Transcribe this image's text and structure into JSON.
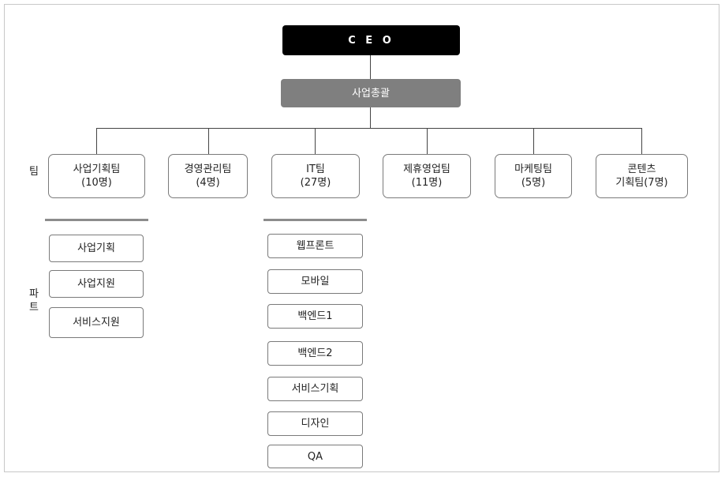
{
  "ceo": "C E O",
  "general_manager": "사업총괄",
  "side_labels": {
    "team": "팀",
    "part_top": "파",
    "part_bottom": "트"
  },
  "teams": [
    {
      "name": "사업기획팀\n(10명)"
    },
    {
      "name": "경영관리팀\n(4명)"
    },
    {
      "name": "IT팀\n(27명)"
    },
    {
      "name": "제휴영업팀\n(11명)"
    },
    {
      "name": "마케팅팀\n(5명)"
    },
    {
      "name": "콘텐츠\n기획팀(7명)"
    }
  ],
  "parts_business": [
    "사업기획",
    "사업지원",
    "서비스지원"
  ],
  "parts_it": [
    "웹프론트",
    "모바일",
    "백엔드1",
    "백엔드2",
    "서비스기획",
    "디자인",
    "QA"
  ],
  "colors": {
    "ceo_bg": "#000000",
    "gm_bg": "#7f7f7f",
    "border": "#7a7a7a"
  }
}
